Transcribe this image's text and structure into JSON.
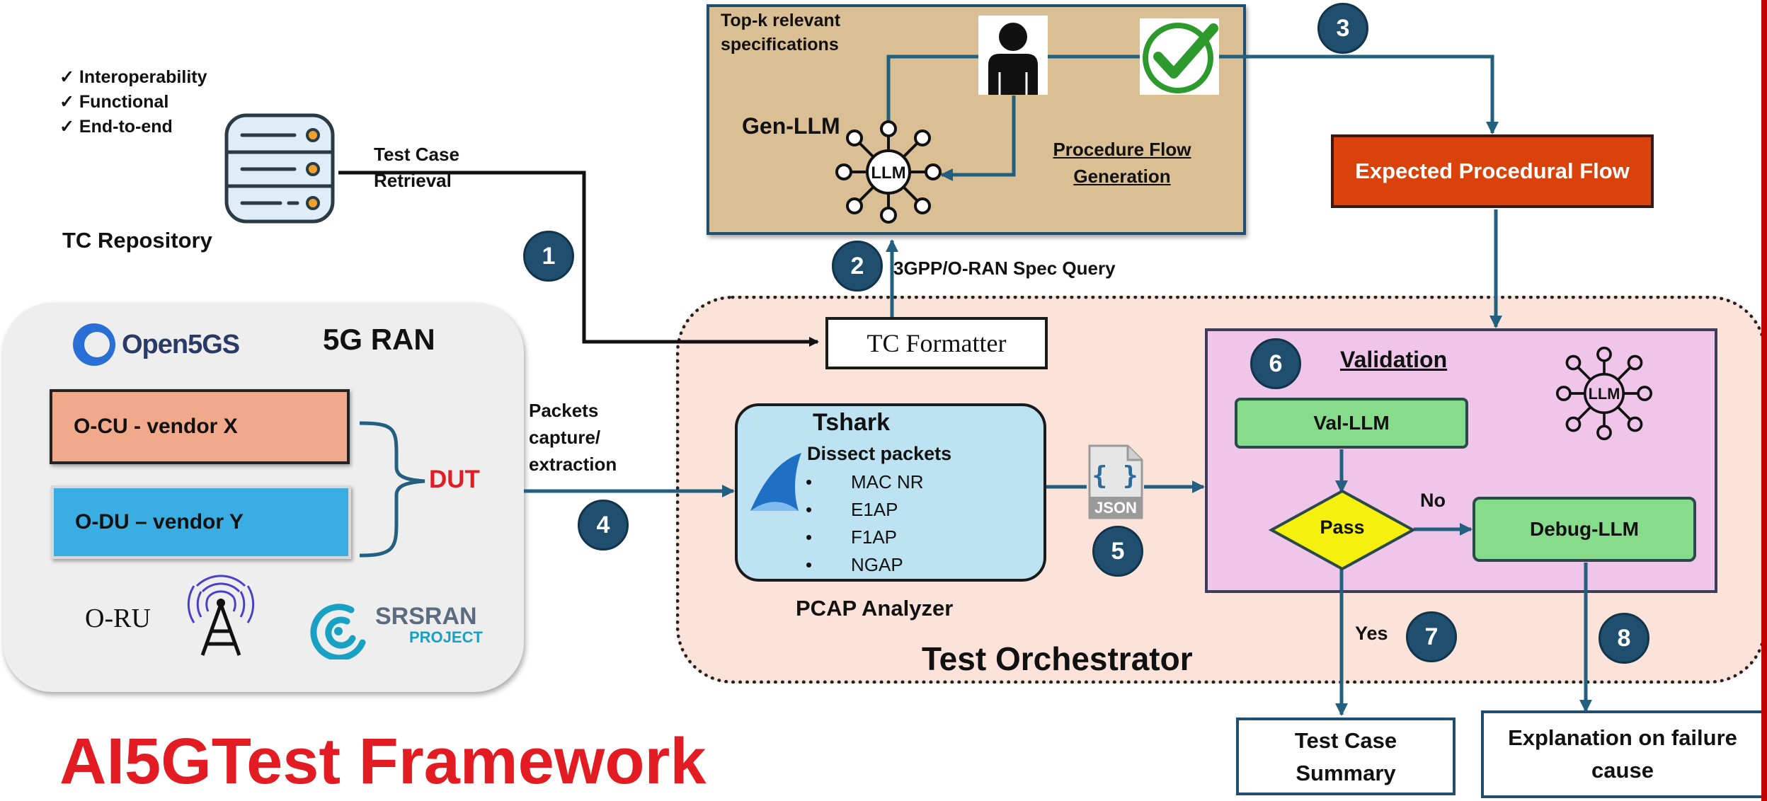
{
  "checklist": [
    "Interoperability",
    "Functional",
    "End-to-end"
  ],
  "tc_repository": {
    "label": "TC Repository",
    "retrieval": "Test Case\nRetrieval"
  },
  "spec_box": {
    "topk": "Top-k relevant\nspecifications",
    "gen_llm": "Gen-LLM",
    "llm": "LLM",
    "procedure": "Procedure Flow\nGeneration"
  },
  "expected_flow": "Expected Procedural Flow",
  "spec_query": "3GPP/O-RAN Spec Query",
  "tc_formatter": "TC Formatter",
  "ran": {
    "open5gs": "Open5GS",
    "title": "5G RAN",
    "ocu": "O-CU - vendor X",
    "odu": "O-DU – vendor Y",
    "dut": "DUT",
    "oru": "O-RU",
    "srs_main": "SRSRAN",
    "srs_sub": "PROJECT"
  },
  "packets_label": "Packets\ncapture/\nextraction",
  "tshark": {
    "title": "Tshark",
    "dissect": "Dissect packets",
    "items": [
      "MAC NR",
      "E1AP",
      "F1AP",
      "NGAP"
    ],
    "footer": "PCAP Analyzer"
  },
  "json_icon": "JSON",
  "validation": {
    "title": "Validation",
    "val_llm": "Val-LLM",
    "pass": "Pass",
    "no": "No",
    "yes": "Yes",
    "debug_llm": "Debug-LLM",
    "llm": "LLM"
  },
  "orchestrator": "Test Orchestrator",
  "summary": "Test Case\nSummary",
  "explanation": "Explanation on failure\ncause",
  "framework_title": "AI5GTest Framework",
  "steps": [
    "1",
    "2",
    "3",
    "4",
    "5",
    "6",
    "7",
    "8"
  ],
  "colors": {
    "teal": "#23607f",
    "accent_red": "#e31b23",
    "orange_box": "#d9420a",
    "green": "#86dc8a",
    "pink": "#efc6ea",
    "peach": "#fbe3d9",
    "tan": "#d9bf93",
    "lightblue": "#bde3f3",
    "ocu": "#f0a98a",
    "odu": "#3aaee2"
  }
}
